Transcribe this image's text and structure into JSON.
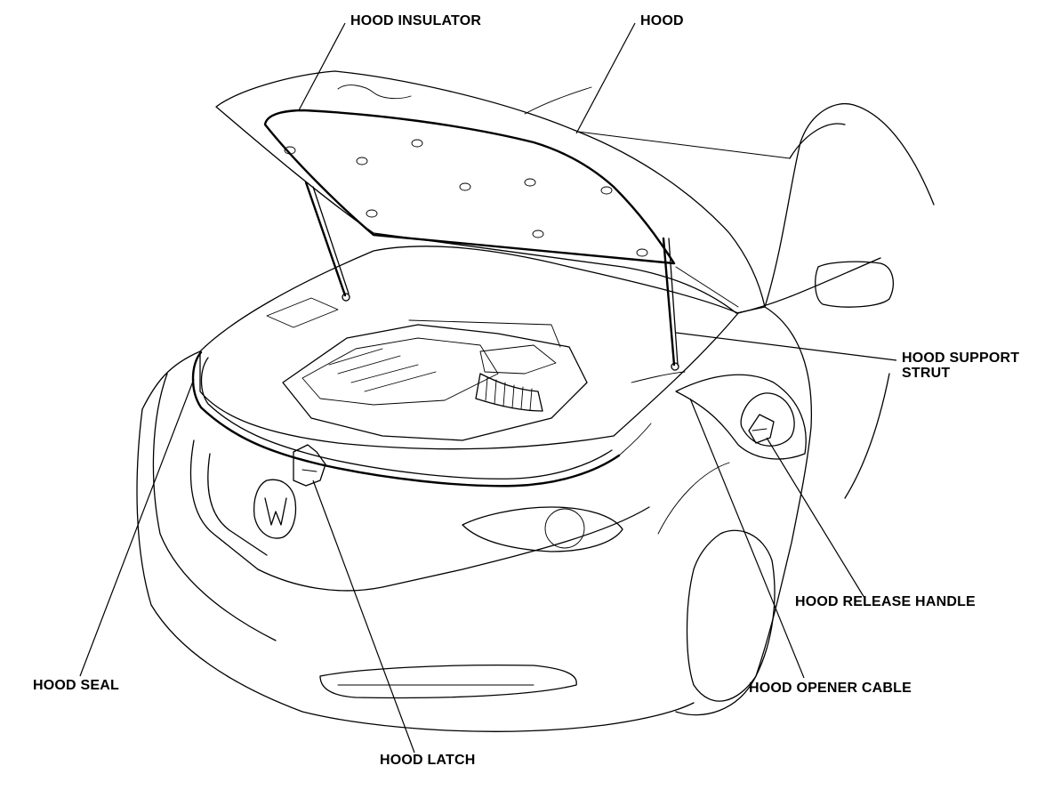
{
  "diagram": {
    "labels": {
      "hood_insulator": "HOOD INSULATOR",
      "hood": "HOOD",
      "hood_support_strut_line1": "HOOD SUPPORT",
      "hood_support_strut_line2": "STRUT",
      "hood_release_handle": "HOOD RELEASE HANDLE",
      "hood_opener_cable": "HOOD OPENER CABLE",
      "hood_seal": "HOOD SEAL",
      "hood_latch": "HOOD LATCH"
    }
  }
}
